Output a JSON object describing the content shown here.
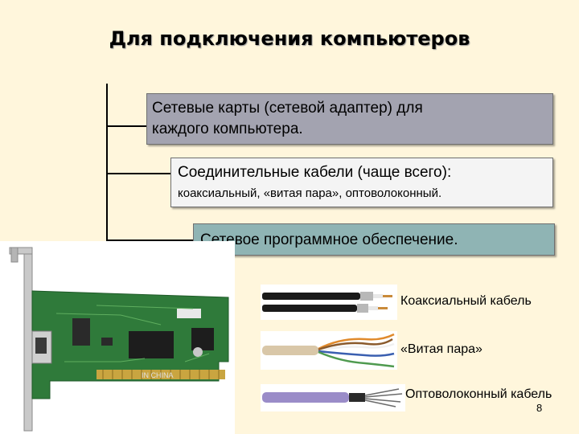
{
  "title": "Для подключения компьютеров",
  "items": [
    {
      "line1": "Сетевые карты (сетевой адаптер) для",
      "line2": "каждого компьютера."
    },
    {
      "main": "Соединительные кабели (чаще всего):",
      "sub": "коаксиальный, «витая пара», оптоволоконный."
    },
    {
      "main": "Сетевое программное обеспечение."
    }
  ],
  "cables": [
    {
      "label": "Коаксиальный кабель",
      "icon": "coaxial-cable-photo"
    },
    {
      "label": "«Витая пара»",
      "icon": "twisted-pair-photo"
    },
    {
      "label": "Оптоволоконный кабель",
      "icon": "fiber-optic-photo"
    }
  ],
  "nic_icon": "network-card-photo",
  "nic_text": "IN CHINA",
  "page_number": "8",
  "colors": {
    "background": "#fff6dc",
    "box1": "#a3a3b0",
    "box2": "#f4f4f4",
    "box3": "#8fb4b4",
    "pcb": "#2f7a3a"
  }
}
